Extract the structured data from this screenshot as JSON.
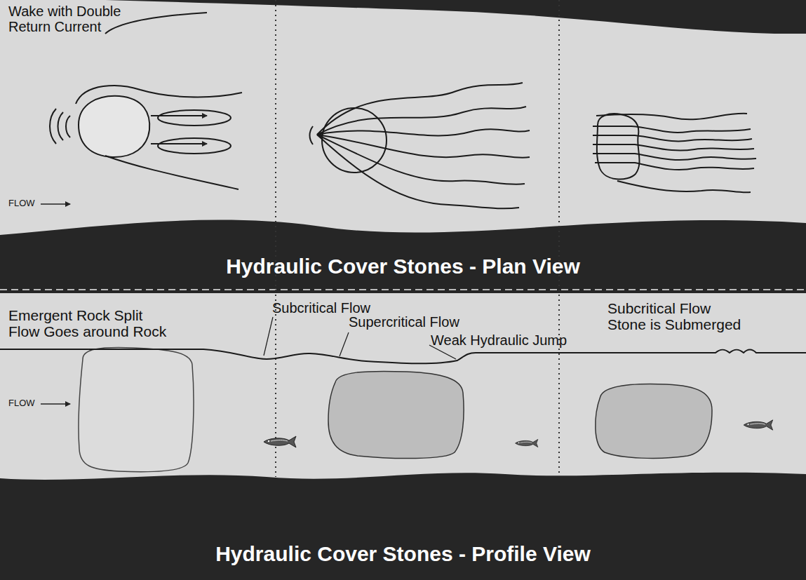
{
  "diagram": {
    "nodes": [
      {
        "text": [
          "Hydraulic Cover Stones - Plan View"
        ]
      },
      {
        "text": [
          "Hydraulic Cover Stones - Profile View"
        ]
      }
    ],
    "labels": [
      "Wake with Double Return Current",
      "FLOW",
      "Emergent Rock Split Flow Goes around Rock",
      "Subcritical Flow",
      "Supercritical Flow",
      "Weak Hydraulic Jump",
      "Subcritical Flow Stone is Submerged",
      "FLOW"
    ]
  }
}
